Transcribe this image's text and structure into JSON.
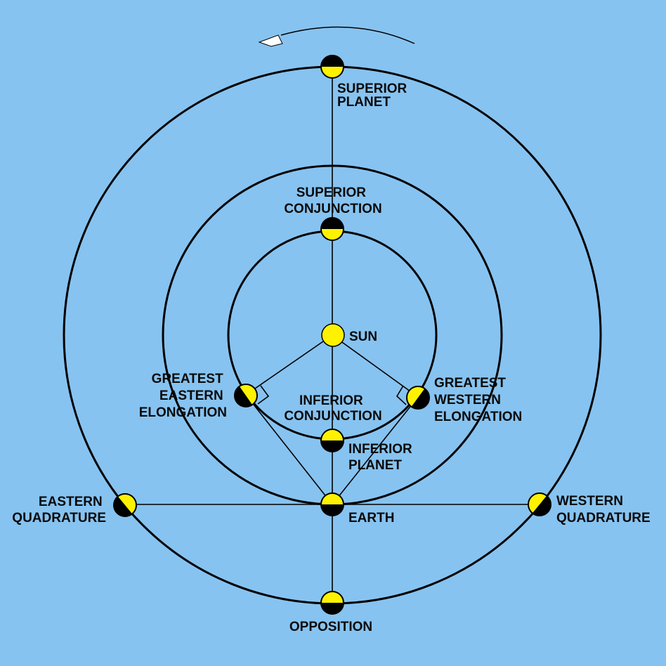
{
  "colors": {
    "background": "#87C3F0",
    "sun": "#FFF200",
    "lit_side": "#FFF200",
    "dark_side": "#000000",
    "line": "#000000"
  },
  "labels": {
    "superior_planet": [
      "SUPERIOR",
      "PLANET"
    ],
    "superior_conjunction": [
      "SUPERIOR",
      "CONJUNCTION"
    ],
    "sun": "SUN",
    "greatest_eastern_elongation": [
      "GREATEST",
      "EASTERN",
      "ELONGATION"
    ],
    "inferior_conjunction": [
      "INFERIOR",
      "CONJUNCTION"
    ],
    "greatest_western_elongation": [
      "GREATEST",
      "WESTERN",
      "ELONGATION"
    ],
    "inferior_planet": [
      "INFERIOR",
      "PLANET"
    ],
    "eastern_quadrature": [
      "EASTERN",
      "QUADRATURE"
    ],
    "earth": "EARTH",
    "western_quadrature": [
      "WESTERN",
      "QUADRATURE"
    ],
    "opposition": "OPPOSITION"
  }
}
